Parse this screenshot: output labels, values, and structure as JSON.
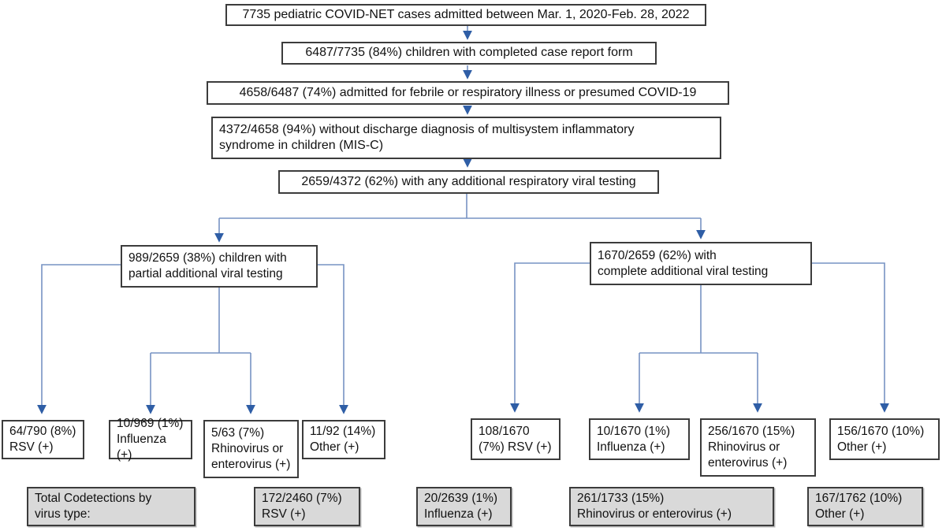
{
  "colors": {
    "connector_line": "#7793c3",
    "arrowhead": "#2f5ea6",
    "box_border": "#3c3c3c",
    "shaded_box_fill": "#d9d9d9",
    "background": "#ffffff",
    "text": "#111111"
  },
  "flowchart": {
    "top_chain": [
      {
        "text": "7735 pediatric COVID-NET cases admitted between Mar. 1, 2020-Feb. 28, 2022"
      },
      {
        "text": "6487/7735 (84%) children with completed case report form"
      },
      {
        "text": "4658/6487 (74%) admitted for febrile or respiratory illness or presumed COVID-19"
      },
      {
        "text": "4372/4658 (94%) without discharge diagnosis of multisystem inflammatory\nsyndrome in children (MIS-C)"
      },
      {
        "text": "2659/4372 (62%) with any additional respiratory viral testing"
      }
    ],
    "branches": {
      "partial": {
        "text": "989/2659 (38%) children with\npartial additional viral testing"
      },
      "complete": {
        "text": "1670/2659 (62%) with\ncomplete additional viral testing"
      }
    },
    "partial_leaves": [
      {
        "text": "64/790 (8%)\nRSV (+)"
      },
      {
        "text": "10/969 (1%)\nInfluenza (+)"
      },
      {
        "text": "5/63 (7%)\nRhinovirus or\nenterovirus (+)"
      },
      {
        "text": "11/92 (14%)\nOther (+)"
      }
    ],
    "complete_leaves": [
      {
        "text": "108/1670\n(7%) RSV (+)"
      },
      {
        "text": "10/1670 (1%)\nInfluenza (+)"
      },
      {
        "text": "256/1670 (15%)\nRhinovirus or\nenterovirus (+)"
      },
      {
        "text": "156/1670 (10%)\nOther (+)"
      }
    ],
    "codetections": {
      "label": "Total Codetections by\nvirus type:",
      "items": [
        {
          "text": "172/2460 (7%)\nRSV (+)"
        },
        {
          "text": "20/2639 (1%)\nInfluenza (+)"
        },
        {
          "text": "261/1733 (15%)\nRhinovirus or enterovirus (+)"
        },
        {
          "text": "167/1762 (10%)\nOther (+)"
        }
      ]
    }
  }
}
